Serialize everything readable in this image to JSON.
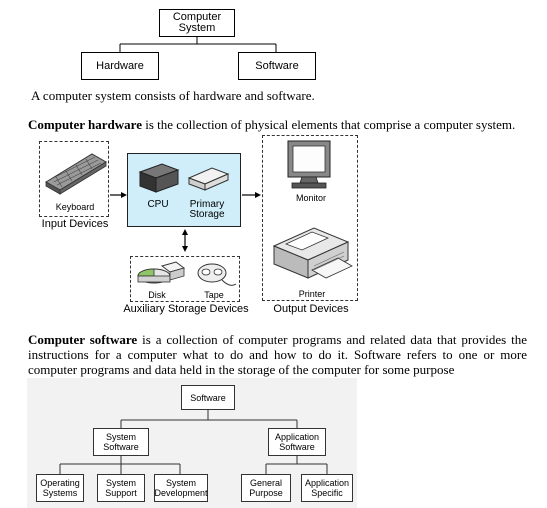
{
  "top_tree": {
    "root": [
      "Computer",
      "System"
    ],
    "children": [
      "Hardware",
      "Software"
    ]
  },
  "intro_sentence": "A computer system consists of hardware and software.",
  "hardware_paragraph": {
    "term": "Computer hardware",
    "rest": " is the collection of physical elements that comprise a computer system."
  },
  "hardware_diagram": {
    "keyboard_label": "Keyboard",
    "input_devices": "Input Devices",
    "cpu_label": "CPU",
    "primary_storage": [
      "Primary",
      "Storage"
    ],
    "disk_label": "Disk",
    "tape_label": "Tape",
    "auxiliary_storage": "Auxiliary Storage Devices",
    "monitor_label": "Monitor",
    "printer_label": "Printer",
    "output_devices": "Output Devices",
    "processor_fill": "#cfeefa"
  },
  "software_paragraph": {
    "term": "Computer software",
    "rest": " is a collection of computer programs and related data that provides the instructions for a computer what to do and how to do it. Software refers to one or more computer programs and data held in the storage of the computer for some purpose"
  },
  "software_tree": {
    "root": "Software",
    "system_software": [
      "System",
      "Software"
    ],
    "application_software": [
      "Application",
      "Software"
    ],
    "leaves": [
      [
        "Operating",
        "Systems"
      ],
      [
        "System",
        "Support"
      ],
      [
        "System",
        "Development"
      ],
      [
        "General",
        "Purpose"
      ],
      [
        "Application",
        "Specific"
      ]
    ],
    "background": "#f2f2f2"
  }
}
